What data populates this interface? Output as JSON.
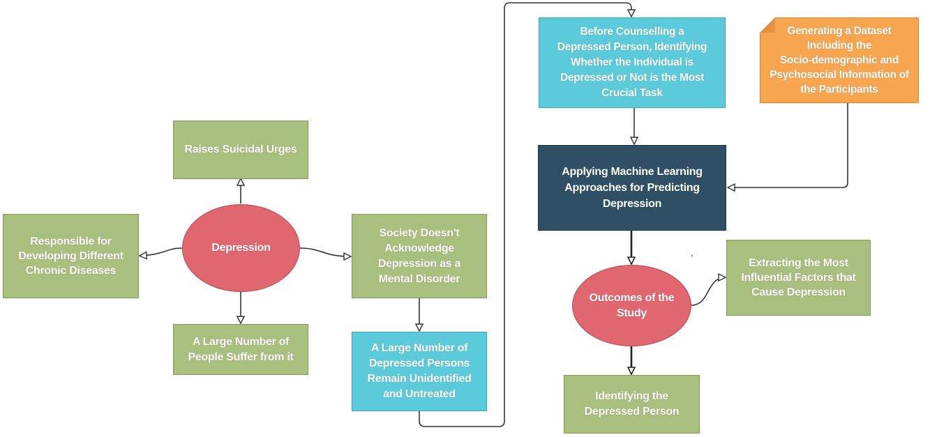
{
  "diagram": {
    "nodes": {
      "suicidal_urges": "Raises Suicidal Urges",
      "chronic_diseases": "Responsible for\nDeveloping Different\nChronic Diseases",
      "depression": "Depression",
      "society": "Society Doesn't\nAcknowledge\nDepression as a\nMental Disorder",
      "large_number_suffer": "A Large Number of\nPeople  Suffer from it",
      "unidentified": "A Large Number of\nDepressed Persons\nRemain Unidentified\nand Untreated",
      "before_counselling": "Before Counselling a\nDepressed Person, Identifying\nWhether the  Individual is\nDepressed or Not is the Most\nCrucial Task",
      "dataset": "Generating a Dataset\nIncluding the\nSocio-demographic and\nPsychosocial Information of\nthe Participants",
      "ml": "Applying Machine Learning\nApproaches for Predicting\nDepression",
      "outcomes": "Outcomes of the\nStudy",
      "factors": "Extracting the Most\nInfluential Factors  that\nCause Depression",
      "identifying": "Identifying the\nDepressed Person"
    },
    "colors": {
      "green": "#a9bf7e",
      "cyan": "#5bcbdc",
      "navy": "#2f5064",
      "orange": "#f7a54f",
      "red": "#e0666f",
      "connector": "#333333"
    }
  }
}
